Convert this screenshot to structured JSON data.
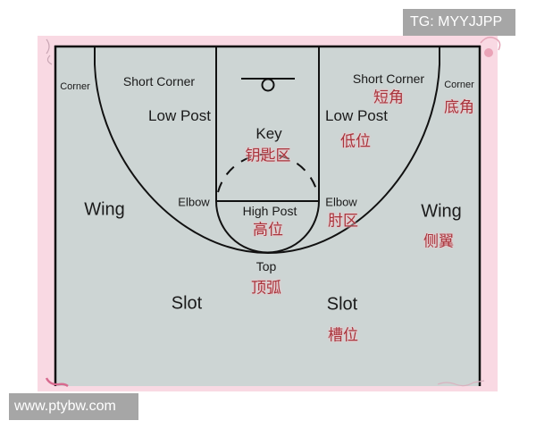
{
  "watermarks": {
    "top_right": "TG: MYYJJPP",
    "bottom_left": "www.ptybw.com"
  },
  "colors": {
    "frame_pink": "#f9d9e3",
    "court_gray": "#cdd5d4",
    "line_black": "#111111",
    "chinese_label_red": "#a8343c",
    "watermark_gray": "#a6a6a6"
  },
  "zones": {
    "corner_left": {
      "en": "Corner"
    },
    "corner_right": {
      "en": "Corner",
      "zh": "底角"
    },
    "short_corner_left": {
      "en": "Short Corner"
    },
    "short_corner_right": {
      "en": "Short Corner",
      "zh": "短角"
    },
    "low_post_left": {
      "en": "Low Post"
    },
    "low_post_right": {
      "en": "Low Post",
      "zh": "低位"
    },
    "key": {
      "en": "Key",
      "zh": "钥匙区"
    },
    "elbow_left": {
      "en": "Elbow"
    },
    "elbow_right": {
      "en": "Elbow",
      "zh": "肘区"
    },
    "high_post": {
      "en": "High Post",
      "zh": "高位"
    },
    "wing_left": {
      "en": "Wing"
    },
    "wing_right": {
      "en": "Wing",
      "zh": "侧翼"
    },
    "top": {
      "en": "Top",
      "zh": "顶弧"
    },
    "slot_left": {
      "en": "Slot"
    },
    "slot_right": {
      "en": "Slot",
      "zh": "槽位"
    }
  }
}
